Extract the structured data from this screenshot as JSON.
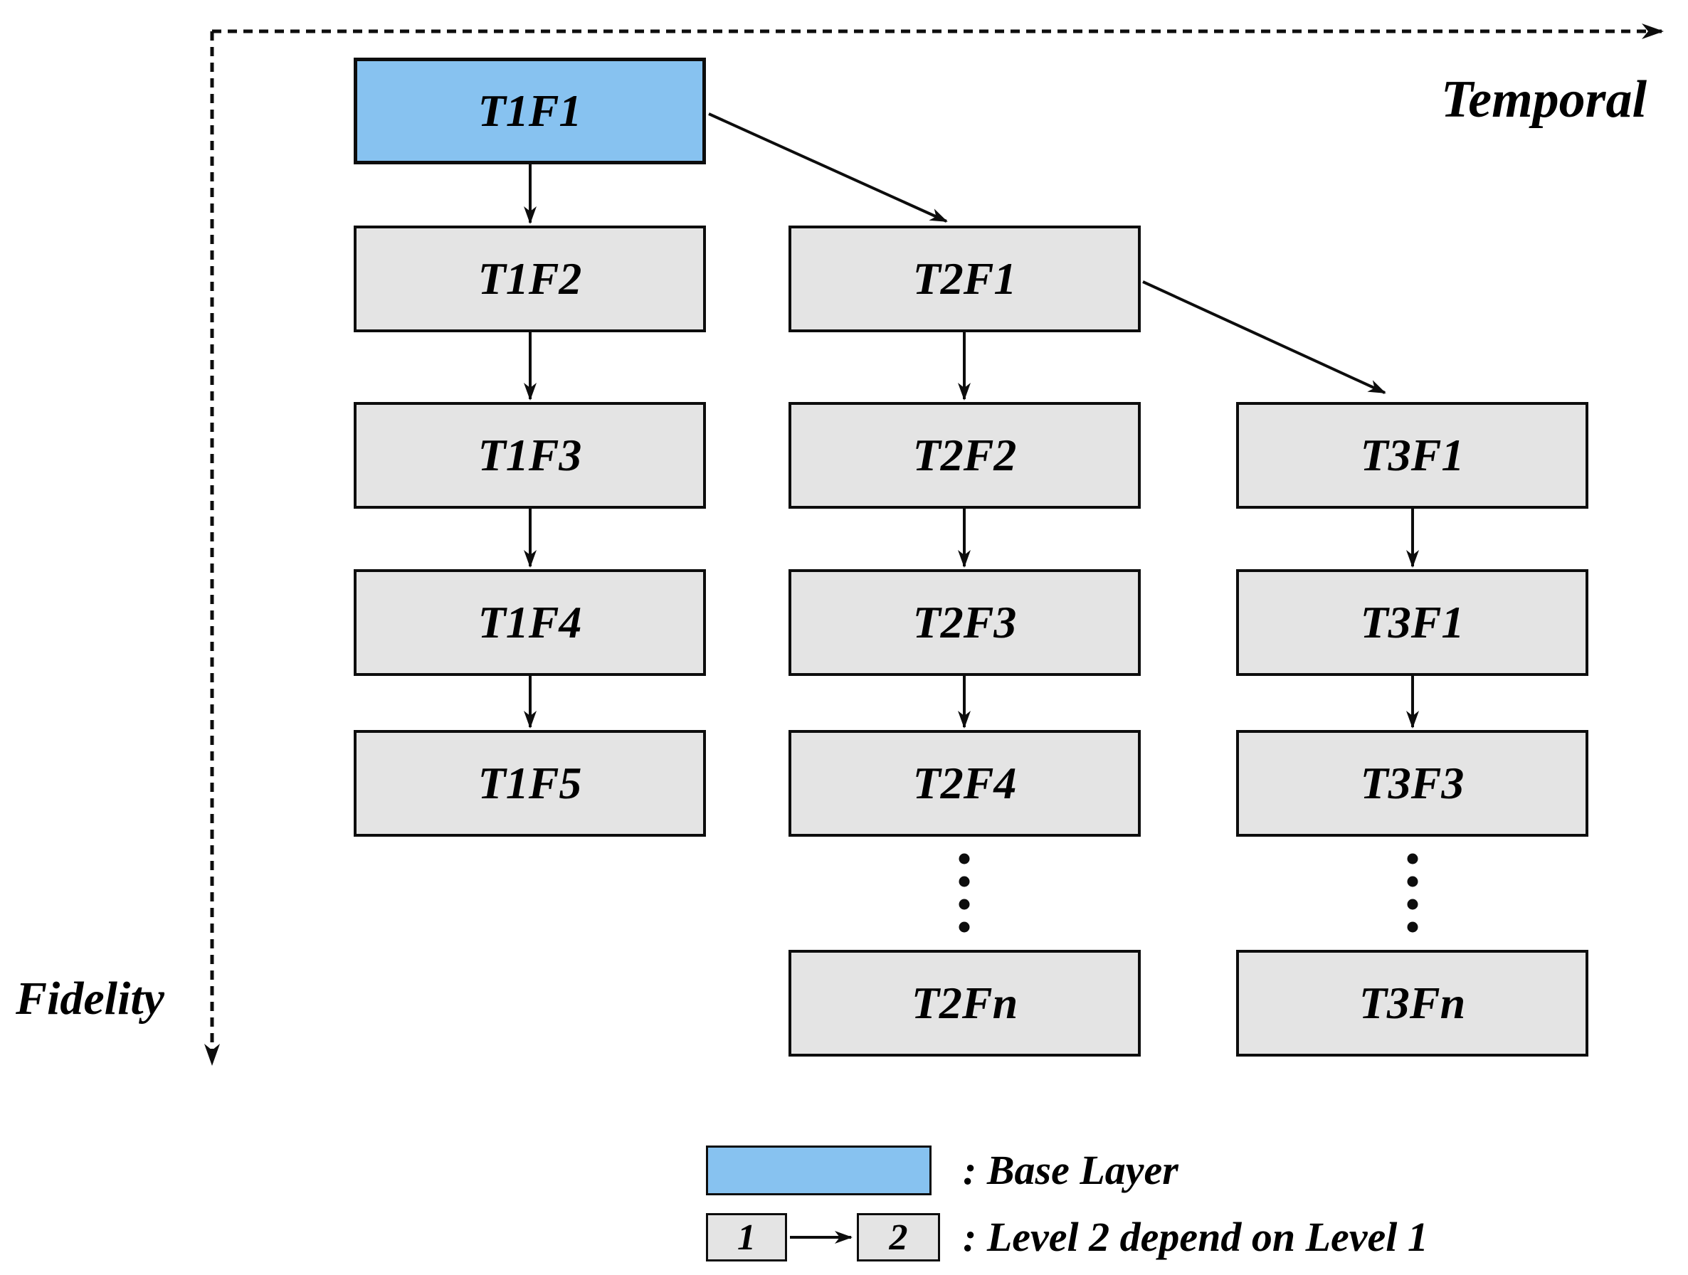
{
  "axes": {
    "temporal_label": "Temporal",
    "fidelity_label": "Fidelity"
  },
  "boxes": {
    "t1f1": "T1F1",
    "t1f2": "T1F2",
    "t1f3": "T1F3",
    "t1f4": "T1F4",
    "t1f5": "T1F5",
    "t2f1": "T2F1",
    "t2f2": "T2F2",
    "t2f3": "T2F3",
    "t2f4": "T2F4",
    "t2fn": "T2Fn",
    "t3f1a": "T3F1",
    "t3f1b": "T3F1",
    "t3f3": "T3F3",
    "t3fn": "T3Fn"
  },
  "legend": {
    "base_label": ": Base Layer",
    "dep_box_1": "1",
    "dep_box_2": "2",
    "dep_label": ": Level 2 depend on Level 1"
  },
  "colors": {
    "base_fill": "#87c2f0",
    "layer_fill": "#e4e4e4",
    "line": "#0d0d0d"
  }
}
